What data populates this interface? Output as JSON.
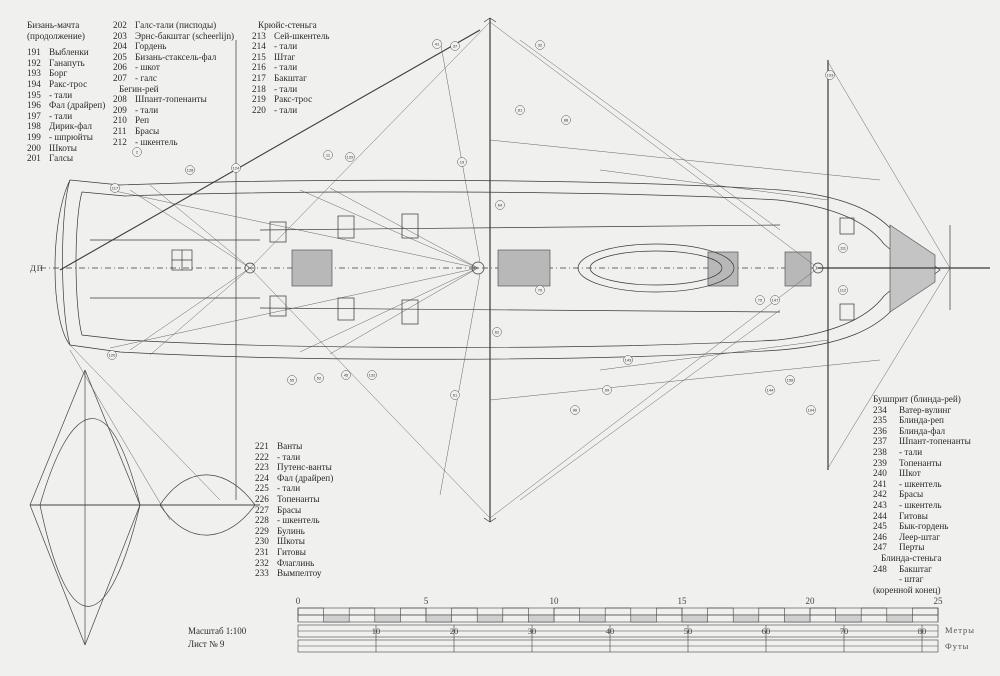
{
  "legend_mizzen": {
    "title": "Бизань-мачта",
    "subtitle": "(продолжение)",
    "items": [
      {
        "n": "191",
        "t": "Выбленки"
      },
      {
        "n": "192",
        "t": "Ганапуть"
      },
      {
        "n": "193",
        "t": "Борг"
      },
      {
        "n": "194",
        "t": "Ракс-трос"
      },
      {
        "n": "195",
        "t": "- тали"
      },
      {
        "n": "196",
        "t": "Фал (драйреп)"
      },
      {
        "n": "197",
        "t": "- тали"
      },
      {
        "n": "198",
        "t": "Дирик-фал"
      },
      {
        "n": "199",
        "t": "- шпрюйты"
      },
      {
        "n": "200",
        "t": "Шкоты"
      },
      {
        "n": "201",
        "t": "Галсы"
      }
    ]
  },
  "legend_col2": {
    "items_a": [
      {
        "n": "202",
        "t": "Галс-тали (писподы)"
      },
      {
        "n": "203",
        "t": "Эрнс-бакштаг (scheerlijn)"
      },
      {
        "n": "204",
        "t": "Гордень"
      },
      {
        "n": "205",
        "t": "Бизань-стаксель-фал"
      },
      {
        "n": "206",
        "t": "- шкот"
      },
      {
        "n": "207",
        "t": "- галс"
      }
    ],
    "heading": "Бегин-рей",
    "items_b": [
      {
        "n": "208",
        "t": "Шпант-топенанты"
      },
      {
        "n": "209",
        "t": "- тали"
      },
      {
        "n": "210",
        "t": "Реп"
      },
      {
        "n": "211",
        "t": "Брасы"
      },
      {
        "n": "212",
        "t": "- шкентель"
      }
    ]
  },
  "legend_col3": {
    "heading": "Крюйс-стеньга",
    "items": [
      {
        "n": "213",
        "t": "Сей-шкентель"
      },
      {
        "n": "214",
        "t": "- тали"
      },
      {
        "n": "215",
        "t": "Штаг"
      },
      {
        "n": "216",
        "t": "- тали"
      },
      {
        "n": "217",
        "t": "Бакштаг"
      },
      {
        "n": "218",
        "t": "- тали"
      },
      {
        "n": "219",
        "t": "Ракс-трос"
      },
      {
        "n": "220",
        "t": "- тали"
      }
    ]
  },
  "legend_mid": {
    "items": [
      {
        "n": "221",
        "t": "Ванты"
      },
      {
        "n": "222",
        "t": "- тали"
      },
      {
        "n": "223",
        "t": "Путенс-ванты"
      },
      {
        "n": "224",
        "t": "Фал (драйреп)"
      },
      {
        "n": "225",
        "t": "- тали"
      },
      {
        "n": "226",
        "t": "Топенанты"
      },
      {
        "n": "227",
        "t": "Брасы"
      },
      {
        "n": "228",
        "t": "- шкентель"
      },
      {
        "n": "229",
        "t": "Булинь"
      },
      {
        "n": "230",
        "t": "Шкоты"
      },
      {
        "n": "231",
        "t": "Гитовы"
      },
      {
        "n": "232",
        "t": "Флаглинь"
      },
      {
        "n": "233",
        "t": "Вымпелтоу"
      }
    ]
  },
  "legend_bowsprit": {
    "title": "Бушприт (блинда-рей)",
    "items": [
      {
        "n": "234",
        "t": "Ватер-вулинг"
      },
      {
        "n": "235",
        "t": "Блинда-реп"
      },
      {
        "n": "236",
        "t": "Блинда-фал"
      },
      {
        "n": "237",
        "t": "Шпант-топенанты"
      },
      {
        "n": "238",
        "t": "- тали"
      },
      {
        "n": "239",
        "t": "Топенанты"
      },
      {
        "n": "240",
        "t": "Шкот"
      },
      {
        "n": "241",
        "t": "- шкентель"
      },
      {
        "n": "242",
        "t": "Брасы"
      },
      {
        "n": "243",
        "t": "- шкентель"
      },
      {
        "n": "244",
        "t": "Гитовы"
      },
      {
        "n": "245",
        "t": "Бык-гордень"
      },
      {
        "n": "246",
        "t": "Леер-штаг"
      },
      {
        "n": "247",
        "t": "Перты"
      }
    ],
    "subheading": "Блинда-стеньга",
    "items2": [
      {
        "n": "248",
        "t": "Бакштаг"
      },
      {
        "n": "",
        "t": "- штаг"
      }
    ],
    "tail": "(коренной конец)"
  },
  "footer": {
    "scale": "Масштаб 1:100",
    "sheet": "Лист № 9"
  },
  "scale_bar": {
    "meters_label": "Метры",
    "feet_label": "Футы",
    "meter_ticks": [
      "0",
      "5",
      "10",
      "15",
      "20",
      "25"
    ],
    "feet_ticks": [
      "10",
      "20",
      "30",
      "40",
      "50",
      "60",
      "70",
      "80"
    ]
  },
  "hull_labels": {
    "stern_mark": "ДП"
  },
  "callout_numbers": [
    "2",
    "11",
    "19",
    "32",
    "37",
    "41",
    "45",
    "52",
    "55",
    "61",
    "62",
    "64",
    "70",
    "75",
    "81",
    "88",
    "96",
    "99",
    "103",
    "104",
    "111",
    "112",
    "117",
    "120",
    "124",
    "128",
    "129",
    "132",
    "143",
    "144",
    "147",
    "158"
  ]
}
